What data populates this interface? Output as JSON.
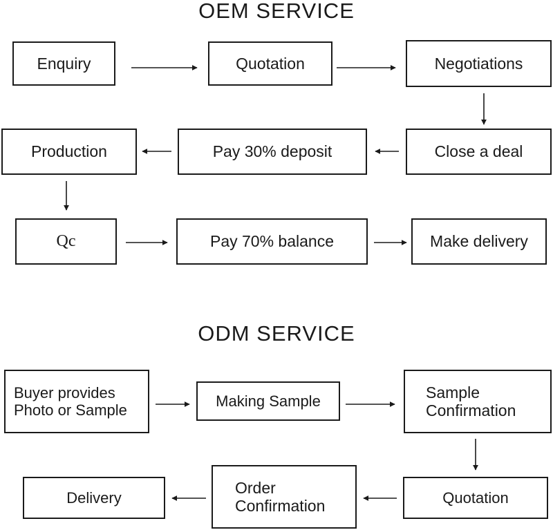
{
  "oem": {
    "title": "OEM SERVICE",
    "steps": {
      "enquiry": "Enquiry",
      "quotation": "Quotation",
      "negotiations": "Negotiations",
      "close_deal": "Close a deal",
      "deposit": "Pay 30% deposit",
      "production": "Production",
      "qc": "Qc",
      "balance": "Pay 70% balance",
      "delivery": "Make delivery"
    }
  },
  "odm": {
    "title": "ODM SERVICE",
    "steps": {
      "buyer": "Buyer provides\nPhoto or Sample",
      "sample": "Making Sample",
      "confirmation": "Sample\nConfirmation",
      "quotation": "Quotation",
      "order": "Order\nConfirmation",
      "delivery": "Delivery"
    }
  }
}
